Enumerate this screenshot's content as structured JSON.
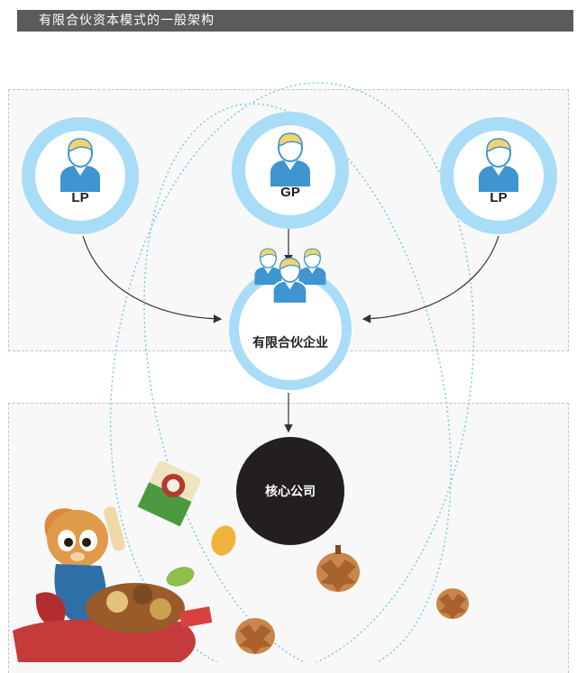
{
  "header": {
    "title": "有限合伙资本模式的一般架构"
  },
  "nodes": {
    "lp_left": {
      "label": "LP"
    },
    "gp": {
      "label": "GP"
    },
    "lp_right": {
      "label": "LP"
    },
    "partnership": {
      "label": "有限合伙企业"
    },
    "core": {
      "label": "核心公司"
    }
  },
  "colors": {
    "ring": "#a9dcf6",
    "shirt": "#3e95cf",
    "hair": "#f5d36e",
    "core_fill": "#231f20",
    "header_bg": "#5b5b5b",
    "dotted_ellipse": "#7ec8e3"
  },
  "icons": [
    "person-icon",
    "person-group-icon",
    "squirrel-mascot-illustration",
    "pinecone-illustration"
  ]
}
